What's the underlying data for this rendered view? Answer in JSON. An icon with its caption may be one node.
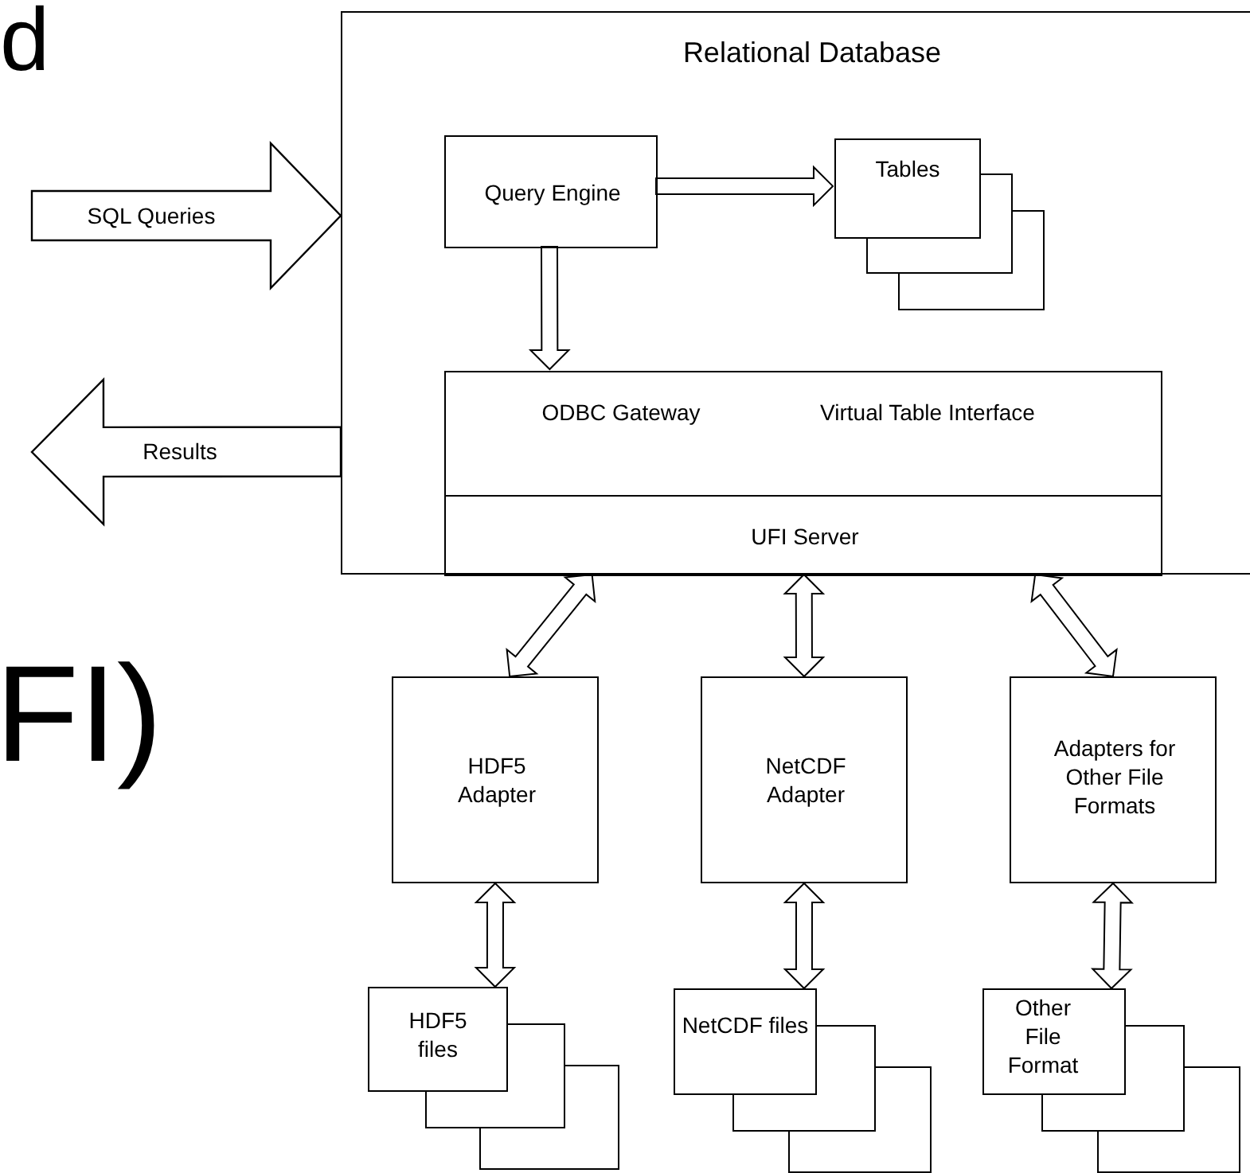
{
  "diagram": {
    "nodes": [
      {
        "text": [
          "Relational Database"
        ]
      },
      {
        "text": [
          "Query Engine"
        ],
        "in": 0
      },
      {
        "text": [
          "Tables"
        ],
        "in": 0
      },
      {
        "text": [
          "ODBC Gateway",
          "Virtual Table Interface"
        ],
        "in": 0
      },
      {
        "text": [
          "UFI Server"
        ],
        "in": 0
      },
      {
        "text": [
          "HDF5 Adapter"
        ]
      },
      {
        "text": [
          "NetCDF Adapter"
        ]
      },
      {
        "text": [
          "Adapters for Other File Formats"
        ]
      },
      {
        "text": [
          "HDF5 files"
        ]
      },
      {
        "text": [
          "NetCDF files"
        ]
      },
      {
        "text": [
          "Other File Format"
        ]
      }
    ],
    "edges": [
      {
        "from": null,
        "to": 0,
        "arrow": "to",
        "label": "SQL Queries",
        "style": "thick"
      },
      {
        "from": 0,
        "to": null,
        "arrow": "to",
        "label": "Results",
        "style": "thick"
      },
      {
        "from": 1,
        "to": 2,
        "arrow": "to"
      },
      {
        "from": 1,
        "to": 3,
        "arrow": "to"
      },
      {
        "from": 4,
        "to": 5,
        "arrow": "both"
      },
      {
        "from": 4,
        "to": 6,
        "arrow": "both"
      },
      {
        "from": 4,
        "to": 7,
        "arrow": "both"
      },
      {
        "from": 5,
        "to": 8,
        "arrow": "both"
      },
      {
        "from": 6,
        "to": 9,
        "arrow": "both"
      },
      {
        "from": 7,
        "to": 10,
        "arrow": "both"
      }
    ],
    "labels": [
      "d",
      "FI)"
    ]
  }
}
